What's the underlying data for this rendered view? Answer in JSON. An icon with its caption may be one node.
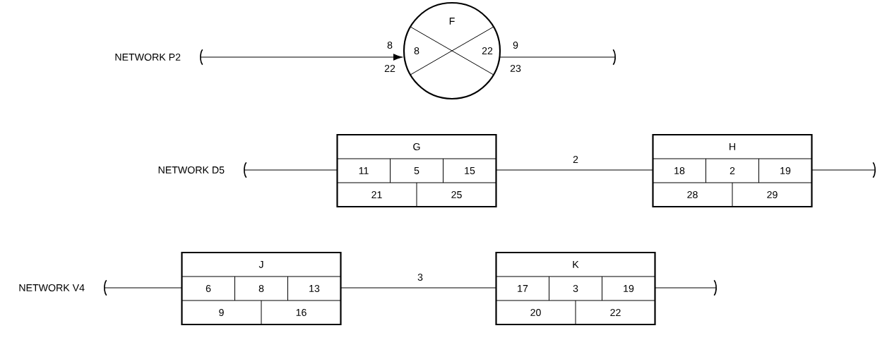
{
  "diagram": {
    "nodes": [
      {
        "text": [
          "NETWORK P2"
        ]
      },
      {
        "text": [
          "F",
          "8",
          "22"
        ]
      },
      {
        "text": [
          "NETWORK D5"
        ]
      },
      {
        "text": [
          "G",
          "11",
          "5",
          "15",
          "21",
          "25"
        ]
      },
      {
        "text": [
          "H",
          "18",
          "2",
          "19",
          "28",
          "29"
        ]
      },
      {
        "text": [
          "NETWORK V4"
        ]
      },
      {
        "text": [
          "J",
          "6",
          "8",
          "13",
          "9",
          "16"
        ]
      },
      {
        "text": [
          "K",
          "17",
          "3",
          "19",
          "20",
          "22"
        ]
      }
    ],
    "edges": [
      {
        "from": 0,
        "to": 1,
        "arrow": "to",
        "label": "8"
      },
      {
        "from": 1,
        "to": null,
        "arrow": "none",
        "label": "9"
      },
      {
        "from": 2,
        "to": 3,
        "arrow": "none"
      },
      {
        "from": 3,
        "to": 4,
        "arrow": "none",
        "label": "2"
      },
      {
        "from": 4,
        "to": null,
        "arrow": "none"
      },
      {
        "from": 5,
        "to": 6,
        "arrow": "none"
      },
      {
        "from": 6,
        "to": 7,
        "arrow": "none",
        "label": "3"
      },
      {
        "from": 7,
        "to": null,
        "arrow": "none"
      }
    ],
    "labels": [
      "22",
      "23"
    ]
  }
}
